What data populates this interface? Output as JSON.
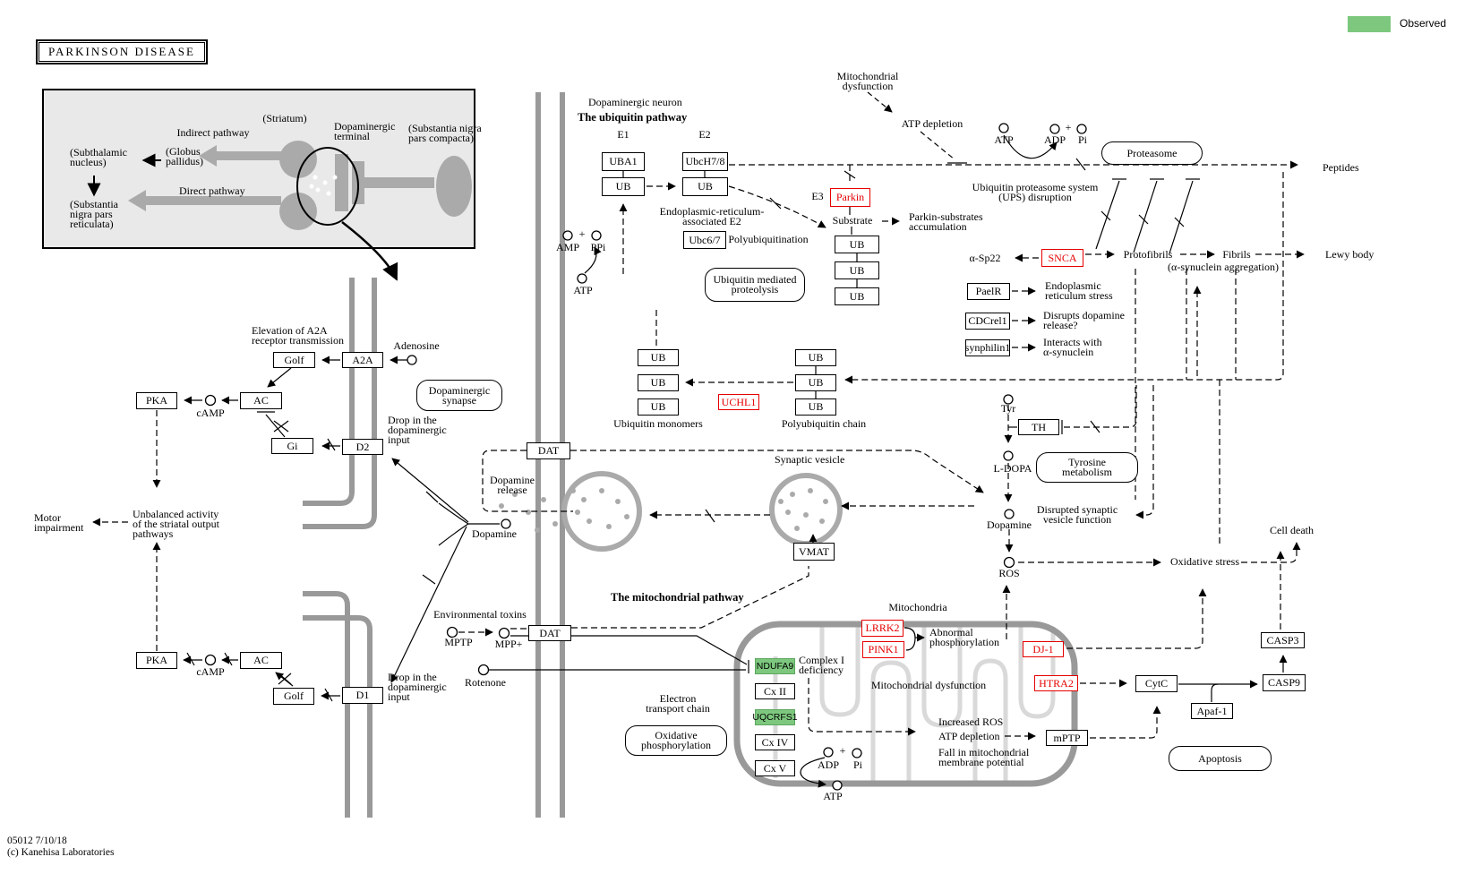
{
  "title": "PARKINSON DISEASE",
  "legend": {
    "observed": "Observed",
    "observed_color": "#7dc87e"
  },
  "footer": {
    "text": "05012 7/10/18\n(c) Kanehisa Laboratories"
  },
  "colors": {
    "disease_gene_red": "#e60000",
    "observed_green": "#7dc87e",
    "membrane_gray": "#999999"
  },
  "inset": {
    "striatum": "(Striatum)",
    "indirect": "Indirect pathway",
    "terminal": "Dopaminergic\nterminal",
    "snpc": "(Substantia nigra\npars compacta)",
    "subthalamic": "(Subthalamic\nnucleus)",
    "globus": "(Globus\npallidus)",
    "direct": "Direct pathway",
    "snpr": "(Substantia\nnigra pars\nreticulata)"
  },
  "labels": {
    "dopa_neuron": "Dopaminergic neuron",
    "ub_header": "The ubiquitin pathway",
    "mito_header": "The mitochondrial pathway",
    "e1": "E1",
    "e2": "E2",
    "e3": "E3",
    "amp": "AMP",
    "ppi": "PPi",
    "plus": "+",
    "atp1": "ATP",
    "er_e2": "Endoplasmic-reticulum-\nassociated E2",
    "polyubiquitination": "Polyubiquitination",
    "mito_dys_top": "Mitochondrial\ndysfunction",
    "atp_depletion_top": "ATP depletion",
    "atp2": "ATP",
    "adp1": "ADP",
    "pi1": "Pi",
    "peptides": "Peptides",
    "ups": "Ubiquitin proteasome system\n(UPS) disruption",
    "substrate": "Substrate",
    "parkin_substrates": "Parkin-substrates\naccumulation",
    "alpha_sp22": "α-Sp22",
    "protofibrils": "Protofibrils",
    "fibrils": "Fibrils",
    "aggregation": "(α-synuclein aggregation)",
    "lewy_body": "Lewy body",
    "er_stress": "Endoplasmic\nreticulum stress",
    "disrupts_dopamine": "Disrupts dopamine\nrelease?",
    "interacts": "Interacts with\nα-synuclein",
    "ub_monomers": "Ubiquitin monomers",
    "polyub_chain": "Polyubiquitin chain",
    "elevation": "Elevation of A2A\nreceptor transmission",
    "adenosine": "Adenosine",
    "camp1": "cAMP",
    "camp2": "cAMP",
    "drop_input_d2": "Drop in the\ndopaminergic\ninput",
    "drop_input_d1": "Drop in the\ndopaminergic\ninput",
    "dopamine_release": "Dopamine\nrelease",
    "dopamine_left": "Dopamine",
    "synaptic_vesicle": "Synaptic vesicle",
    "tyr": "Tyr",
    "l_dopa": "L-DOPA",
    "dopamine_right": "Dopamine",
    "disrupted_synaptic": "Disrupted synaptic\nvesicle function",
    "ros": "ROS",
    "oxidative_stress": "Oxidative stress",
    "cell_death": "Cell death",
    "motor": "Motor\nimpairment",
    "unbalanced": "Unbalanced activity\nof the striatal output\npathways",
    "env_toxins": "Environmental toxins",
    "mptp": "MPTP",
    "mpp": "MPP+",
    "rotenone": "Rotenone",
    "mitochondria": "Mitochondria",
    "abnormal_phos": "Abnormal\nphosphorylation",
    "complex1": "Complex I\ndeficiency",
    "mito_dys2": "Mitochondrial dysfunction",
    "etc": "Electron\ntransport chain",
    "increased_ros": "Increased ROS",
    "atp_depletion2": "ATP depletion",
    "fall_membrane": "Fall in mitochondrial\nmembrane potential",
    "adp2": "ADP",
    "pi2": "Pi",
    "atp3": "ATP"
  },
  "boxes": {
    "uba1": "UBA1",
    "ub_e1": "UB",
    "ubch78": "UbcH7/8",
    "ub_e2": "UB",
    "ubc67": "Ubc6/7",
    "parkin": "Parkin",
    "ub_s1": "UB",
    "ub_s2": "UB",
    "ub_s3": "UB",
    "snca": "SNCA",
    "paelr": "PaelR",
    "cdcrel1": "CDCrel1",
    "synphilin1": "synphilin1",
    "ub_m1": "UB",
    "ub_m2": "UB",
    "ub_m3": "UB",
    "uchl1": "UCHL1",
    "ub_p1": "UB",
    "ub_p2": "UB",
    "ub_p3": "UB",
    "golf1": "Golf",
    "a2a": "A2A",
    "pka1": "PKA",
    "ac1": "AC",
    "gi": "Gi",
    "d2": "D2",
    "dat1": "DAT",
    "vmat": "VMAT",
    "th": "TH",
    "pka2": "PKA",
    "ac2": "AC",
    "golf2": "Golf",
    "d1": "D1",
    "dat2": "DAT",
    "lrrk2": "LRRK2",
    "pink1": "PINK1",
    "dj1": "DJ-1",
    "htra2": "HTRA2",
    "ndufa9": "NDUFA9",
    "cxii": "Cx II",
    "uqcrfs1": "UQCRFS1",
    "cxiv": "Cx IV",
    "cxv": "Cx V",
    "mptp_pore": "mPTP",
    "cytc": "CytC",
    "apaf1": "Apaf-1",
    "casp9": "CASP9",
    "casp3": "CASP3"
  },
  "rounded": {
    "proteasome": "Proteasome",
    "ub_proteolysis": "Ubiquitin mediated\nproteolysis",
    "dopa_synapse": "Dopaminergic\nsynapse",
    "tyr_metabolism": "Tyrosine\nmetabolism",
    "ox_phos": "Oxidative\nphosphorylation",
    "apoptosis": "Apoptosis"
  }
}
